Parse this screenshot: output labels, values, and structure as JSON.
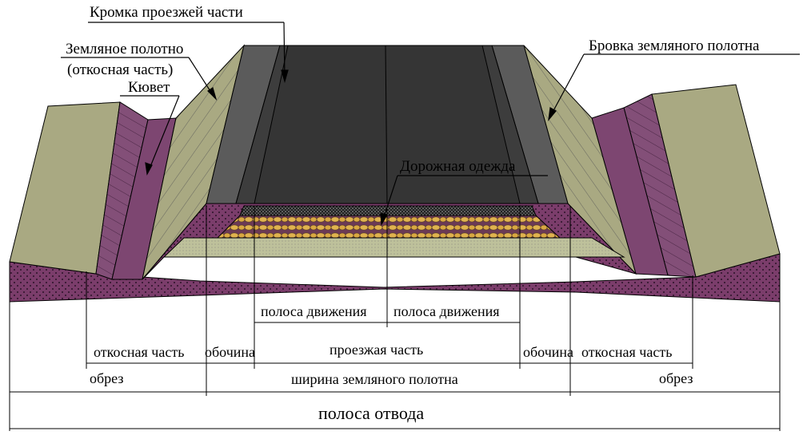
{
  "labels": {
    "carriageway_edge": "Кромка проезжей части",
    "subgrade_slope_line1": "Земляное полотно",
    "subgrade_slope_line2": "(откосная часть)",
    "ditch": "Кювет",
    "subgrade_brow": "Бровка земляного полотна",
    "pavement": "Дорожная одежда"
  },
  "dimensions": {
    "lane_left": "полоса движения",
    "lane_right": "полоса движения",
    "slope_left": "откосная часть",
    "shoulder_left": "обочина",
    "carriageway": "проезжая часть",
    "shoulder_right": "обочина",
    "slope_right": "откосная часть",
    "cut_left": "обрез",
    "subgrade_width": "ширина земляного полотна",
    "cut_right": "обрез",
    "right_of_way": "полоса отвода"
  },
  "colors": {
    "ground": "#7d3f6c",
    "soil_fill": "#a8a880",
    "ditch_slope": "#834f78",
    "asphalt": "#3a3a3a",
    "shoulder": "#5a5a5a",
    "gravel": "#d9a84b",
    "sand": "#bfc19a"
  }
}
